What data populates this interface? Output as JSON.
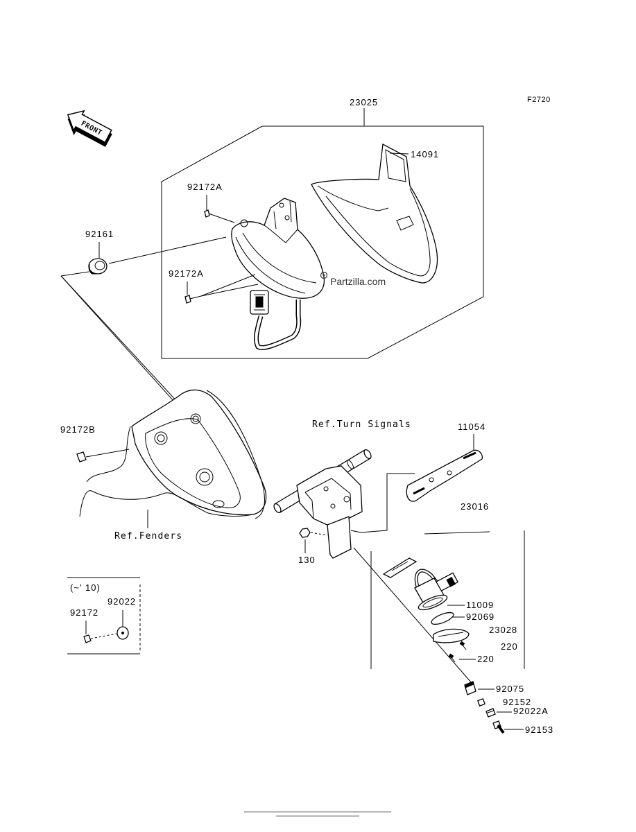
{
  "figure_code": "F2720",
  "front_arrow_label": "FRONT",
  "watermark": "Partzilla.com",
  "reference_labels": {
    "turn_signals": "Ref.Turn Signals",
    "fenders": "Ref.Fenders"
  },
  "inset": {
    "label": "(~' 10)"
  },
  "part_labels": [
    "23025",
    "14091",
    "92172A",
    "92161",
    "92172A",
    "92172B",
    "11054",
    "23016",
    "130",
    "92022",
    "92172",
    "11009",
    "92069",
    "23028",
    "220",
    "220",
    "92075",
    "92152",
    "92022A",
    "92153"
  ],
  "icons": {
    "watermark_logo": "partzilla-logo-icon",
    "direction": "front-arrow-icon"
  },
  "colors": {
    "line": "#000000",
    "background": "#ffffff",
    "watermark": "#333333"
  }
}
